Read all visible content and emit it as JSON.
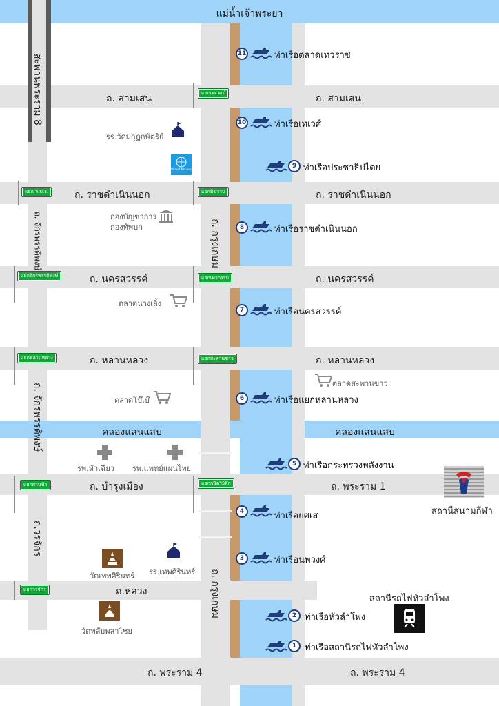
{
  "river": {
    "label": "แม่น้ำเจ้าพระยา",
    "color": "#9fd3f8"
  },
  "bridge": {
    "label": "สะพานพระราม 8"
  },
  "canal": {
    "label_left": "คลองแสนแสบ",
    "label_right": "คลองแสนแสบ"
  },
  "roads": {
    "samsen_left": "ถ. สามเสน",
    "samsen_right": "ถ. สามเสน",
    "ratchadamnoen_left": "ถ. ราชดำเนินนอก",
    "ratchadamnoen_right": "ถ. ราชดำเนินนอก",
    "nakhonsawan_left": "ถ. นครสวรรค์",
    "nakhonsawan_right": "ถ. นครสวรรค์",
    "lanluang_left": "ถ. หลานหลวง",
    "lanluang_right": "ถ. หลานหลวง",
    "bamrungmueang": "ถ. บำรุงเมือง",
    "rama1": "ถ. พระราม 1",
    "luang": "ถ.หลวง",
    "rama4_left": "ถ. พระราม 4",
    "rama4_right": "ถ. พระราม 4",
    "krung_kasem_upper": "ถ. กรุงเกษม",
    "krung_kasem_lower": "ถ. กรุงเกษม",
    "chakkraphatdi_upper": "ถ. จักรพรรดิพงษ์",
    "chakkraphatdi_lower": "ถ. จักรพรรดิพงษ์",
    "worachak": "ถ.วรจักร"
  },
  "signs": {
    "thewet": "แยกเทเวศน์",
    "jpr": "แยก จ.ป.ร.",
    "mittakwan": "แยกมิขวาน",
    "chakkraphatdi": "แยกจักรพรรดิพงษ์",
    "thewakam": "แยกเทวกรรม",
    "lanluang": "แยกหลานหลวง",
    "saphankhao": "แยกสะพานขาว",
    "phanfa": "แยกผ่านฟ้า",
    "kasatsuek": "แยกกษัตริย์ศึก",
    "worachak": "แยกวรจักร"
  },
  "piers": [
    {
      "number": "11",
      "label": "ท่าเรือตลาดเทวราช"
    },
    {
      "number": "10",
      "label": "ท่าเรือเทเวศ์"
    },
    {
      "number": "9",
      "label": "ท่าเรือประชาธิปไตย"
    },
    {
      "number": "8",
      "label": "ท่าเรือราชดำเนินนอก"
    },
    {
      "number": "7",
      "label": "ท่าเรือนครสวรรค์"
    },
    {
      "number": "6",
      "label": "ท่าเรือแยกหลานหลวง"
    },
    {
      "number": "5",
      "label": "ท่าเรือกระทรวงพลังงาน"
    },
    {
      "number": "4",
      "label": "ท่าเรือยศเส"
    },
    {
      "number": "3",
      "label": "ท่าเรือนพวงศ์"
    },
    {
      "number": "2",
      "label": "ท่าเรือหัวลำโพง"
    },
    {
      "number": "1",
      "label": "ท่าเรือสถานีรถไฟหัวลำโพง"
    }
  ],
  "poi": {
    "school_wat_makut": "รร.วัดมกุฎกษัตริย์",
    "un_logo_text": "United Nations",
    "army_office_1": "กองบัญชาการ",
    "army_office_2": "กองทัพบก",
    "nang_loeng_market": "ตลาดนางเลิ้ง",
    "saphan_khao_market": "ตลาดสะพานขาว",
    "bobae_market": "ตลาดโบ๊เบ๊",
    "hua_chiew_hospital": "รพ.หัวเฉียว",
    "thai_medicine_hospital": "รพ.แพทย์แผนไทย",
    "wat_thepsirin": "วัดเทพศิรินทร์",
    "thepsirin_school": "รร.เทพศิรินทร์",
    "wat_phlap": "วัดพลับพลาไชย",
    "national_stadium": "สถานีสนามกีฬา",
    "hua_lamphong_station": "สถานีรถไฟหัวลำโพง"
  },
  "colors": {
    "water": "#9fd3f8",
    "road": "#e3e3e3",
    "bank": "#c8996a",
    "sign_green": "#11a838",
    "navy": "#1f3d7a",
    "un_blue": "#1d9be0"
  },
  "icons": {
    "boat": "boat-icon",
    "school": "school-icon",
    "bank": "building-icon",
    "market": "shopping-cart-icon",
    "hospital": "cross-icon",
    "temple": "temple-icon",
    "train": "train-icon",
    "bts": "bts-logo-icon"
  }
}
